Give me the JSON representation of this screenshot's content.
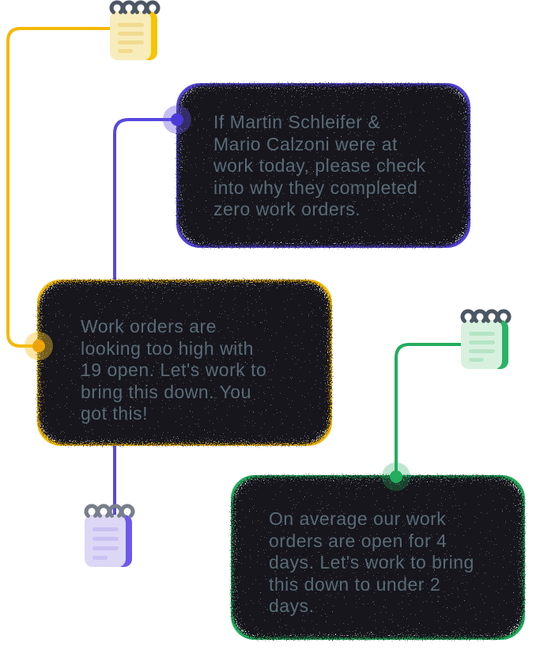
{
  "page": {
    "background": "#FFFFFF",
    "type": "coaching-notes-illustration"
  },
  "cards": [
    {
      "id": "zero-completed-card",
      "accent_color": "#5443DC",
      "text_color": "#5A6B76",
      "message": "If Martin Schleifer & Mario Calzoni were at work today, please check into why they completed zero work orders.",
      "lines": [
        "If Martin Schleifer &",
        "Mario Calzoni were at",
        "work today, please check",
        "into why they completed",
        "zero work orders."
      ]
    },
    {
      "id": "open-work-orders-card",
      "accent_color": "#F2B705",
      "text_color": "#5A6B76",
      "message": "Work orders are looking too high with 19 open. Let's work to bring this down. You got this!",
      "lines": [
        "Work orders are",
        "looking too high with",
        "19 open. Let's work to",
        "bring this down. You",
        "got this!"
      ]
    },
    {
      "id": "average-open-days-card",
      "accent_color": "#23AD5D",
      "text_color": "#5A6B76",
      "message": "On average our work orders are open for 4 days. Let's work to bring this down to under 2 days.",
      "lines": [
        "On average our work",
        "orders are open for 4",
        "days. Let's work to bring",
        "this down to under 2",
        "days."
      ]
    }
  ],
  "notepads": [
    {
      "id": "yellow-notepad",
      "icon": "notes-icon",
      "page_color": "#F8ECBB",
      "rule_color": "#F0DA8E",
      "edge_color": "#F6C502",
      "spiral_color": "#4C5664"
    },
    {
      "id": "green-notepad",
      "icon": "notes-icon",
      "page_color": "#D8F1DF",
      "rule_color": "#B5E4C5",
      "edge_color": "#2BB268",
      "spiral_color": "#4C5664"
    },
    {
      "id": "purple-notepad",
      "icon": "notes-icon",
      "page_color": "#DDD7F6",
      "rule_color": "#C9C1F1",
      "edge_color": "#6C59E9",
      "spiral_color": "#787F8B"
    }
  ],
  "connectors": [
    {
      "id": "yellow-connector",
      "color": "#F4B805",
      "from": "yellow-notepad",
      "to": "open-work-orders-card"
    },
    {
      "id": "purple-connector",
      "color": "#5647DF",
      "from": "zero-completed-card",
      "to": "purple-notepad"
    },
    {
      "id": "green-connector",
      "color": "#23AD5D",
      "from": "green-notepad",
      "to": "average-open-days-card"
    }
  ]
}
